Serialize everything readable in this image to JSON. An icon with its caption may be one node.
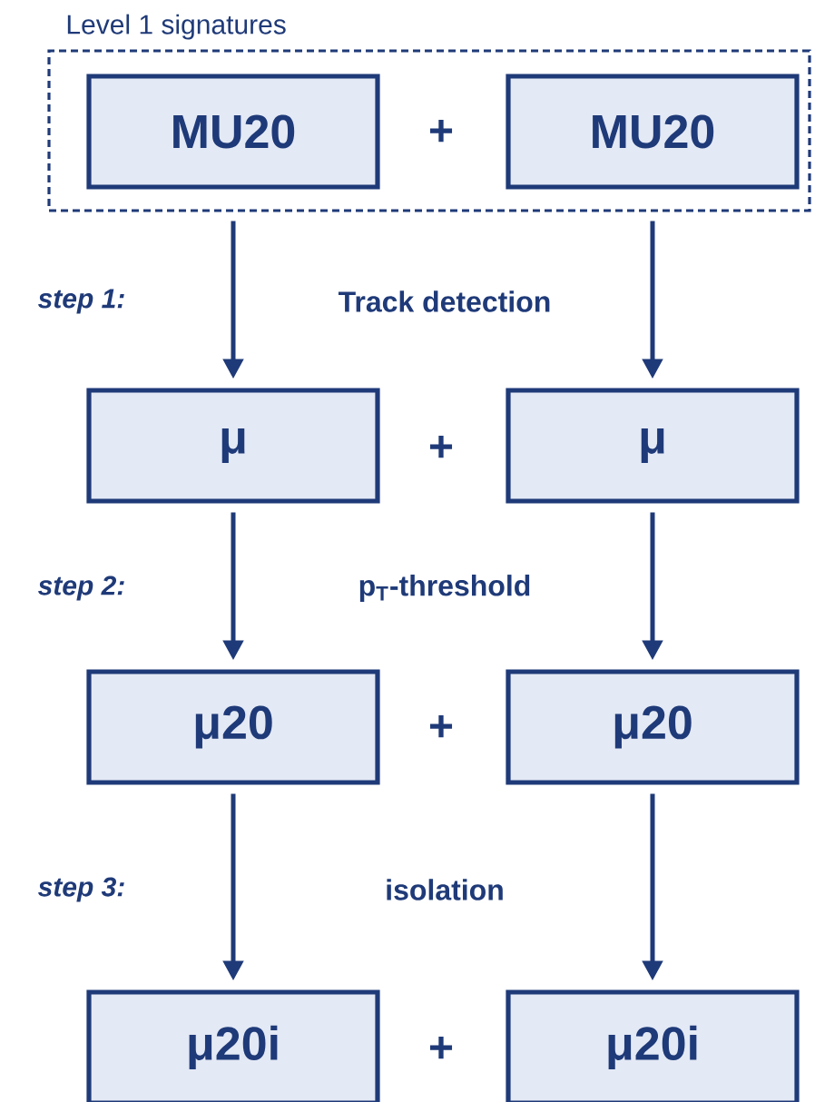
{
  "diagram": {
    "nodes": [
      {
        "text": [
          "Level 1 signatures"
        ]
      },
      {
        "text": [
          "MU20"
        ],
        "in": 0
      },
      {
        "text": [
          "MU20"
        ],
        "in": 0
      },
      {
        "text": [
          "μ"
        ]
      },
      {
        "text": [
          "μ"
        ]
      },
      {
        "text": [
          "μ20"
        ]
      },
      {
        "text": [
          "μ20"
        ]
      },
      {
        "text": [
          "μ20i"
        ]
      },
      {
        "text": [
          "μ20i"
        ]
      }
    ],
    "edges": [
      {
        "from": 1,
        "to": 3,
        "arrow": "to"
      },
      {
        "from": 2,
        "to": 4,
        "arrow": "to"
      },
      {
        "from": 3,
        "to": 5,
        "arrow": "to"
      },
      {
        "from": 4,
        "to": 6,
        "arrow": "to"
      },
      {
        "from": 5,
        "to": 7,
        "arrow": "to"
      },
      {
        "from": 6,
        "to": 8,
        "arrow": "to"
      }
    ],
    "labels": [
      "+",
      "step 1:",
      "Track detection",
      "+",
      "step 2:",
      "p$_{T}$-threshold",
      "+",
      "step 3:",
      "isolation",
      "+"
    ]
  }
}
